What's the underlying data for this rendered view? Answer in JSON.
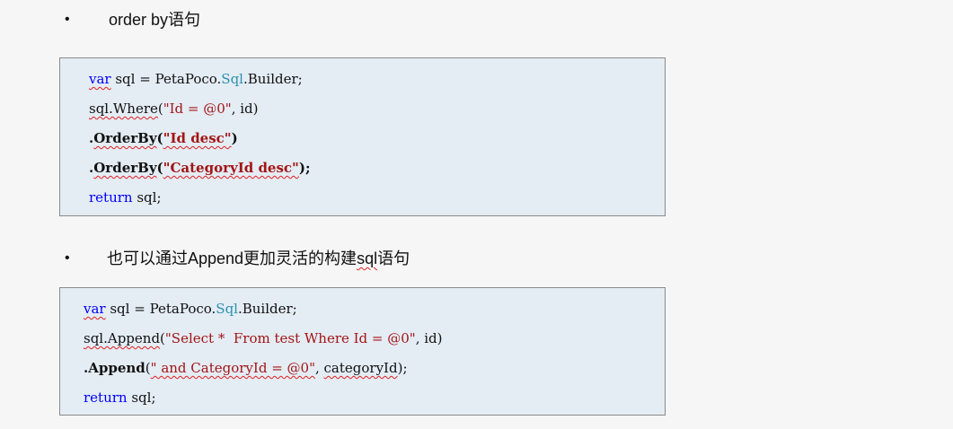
{
  "sections": [
    {
      "bullet": "•",
      "heading": "order by语句",
      "code": [
        [
          "var",
          " sql = PetaPoco.",
          "Sql",
          ".Builder;"
        ],
        [
          "sql.Where",
          "(",
          "\"Id = @0\"",
          ", id)"
        ],
        [
          ".",
          "OrderBy",
          "(",
          "\"Id desc\"",
          ")"
        ],
        [
          ".",
          "OrderBy",
          "(",
          "\"CategoryId desc\"",
          ");"
        ],
        [
          "return",
          " sql;"
        ]
      ]
    },
    {
      "bullet": "•",
      "heading_prefix": "也可以通过Append更加灵活的构建",
      "heading_sql": "sql",
      "heading_suffix": "语句",
      "code": [
        [
          "var",
          " sql = PetaPoco.",
          "Sql",
          ".Builder;"
        ],
        [
          "sql.Append",
          "(",
          "\"Select *  From test Where Id = @0\"",
          ", id)"
        ],
        [
          ".",
          "Append",
          "(",
          "\" and CategoryId = @0\"",
          ", ",
          "categoryId",
          ");"
        ],
        [
          "return",
          " sql;"
        ]
      ]
    }
  ]
}
